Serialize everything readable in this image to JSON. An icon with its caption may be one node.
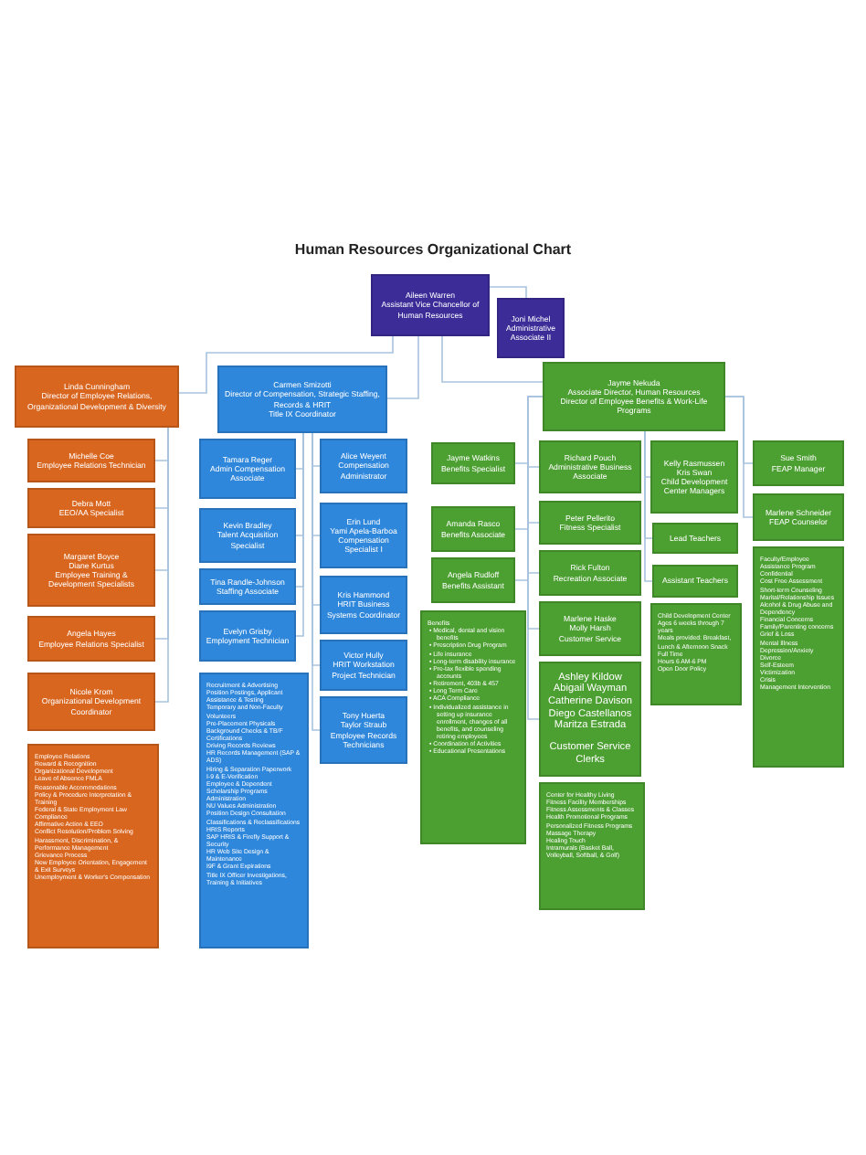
{
  "diagram": {
    "title": "Human Resources Organizational Chart",
    "nodes": [
      {
        "text": [
          "Aileen Warren",
          "Assistant Vice Chancellor of Human Resources"
        ]
      },
      {
        "text": [
          "Joni Michel",
          "Administrative Associate II"
        ]
      },
      {
        "text": [
          "Linda Cunningham",
          "Director of Employee Relations, Organizational Development & Diversity"
        ]
      },
      {
        "text": [
          "Carmen Smizotti",
          "Director of Compensation, Strategic Staffing, Records & HRIT",
          "Title IX Coordinator"
        ]
      },
      {
        "text": [
          "Jayme Nekuda",
          "Associate Director, Human Resources",
          "Director of Employee Benefits & Work-Life Programs"
        ]
      },
      {
        "text": [
          "Michelle Coe",
          "Employee Relations Technician"
        ]
      },
      {
        "text": [
          "Debra Mott",
          "EEO/AA Specialist"
        ]
      },
      {
        "text": [
          "Margaret Boyce",
          "Diane Kurtus",
          "Employee Training & Development Specialists"
        ]
      },
      {
        "text": [
          "Angela Hayes",
          "Employee Relations Specialist"
        ]
      },
      {
        "text": [
          "Nicole Krom",
          "Organizational Development Coordinator"
        ]
      },
      {
        "text": [
          "Employee Relations",
          "Reward & Recognition",
          "Organizational Development",
          "Leave of Absence FMLA",
          "Reasonable Accommodations",
          "Policy & Procedure Interpretation & Training",
          "Federal & State Employment Law Compliance",
          "Affirmative Action & EEO",
          "Conflict Resolution/Problem Solving",
          "Harassment, Discrimination, & Performance Management",
          "Grievance Process",
          "New Employee Orientation, Engagement & Exit Surveys",
          "Unemployment & Worker's Compensation"
        ]
      },
      {
        "text": [
          "Tamara Reger",
          "Admin Compensation Associate"
        ]
      },
      {
        "text": [
          "Kevin Bradley",
          "Talent Acquisition Specialist"
        ]
      },
      {
        "text": [
          "Tina Randle-Johnson",
          "Staffing Associate"
        ]
      },
      {
        "text": [
          "Evelyn Grisby",
          "Employment Technician"
        ]
      },
      {
        "text": [
          "Recruitment & Advertising",
          "Position Postings, Applicant Assistance & Testing",
          "Temporary and Non-Faculty Volunteers",
          "Pre-Placement Physicals",
          "Background Checks & TB/F Certifications",
          "Driving Records Reviews",
          "HR Records Management (SAP & ADS)",
          "Hiring & Separation Paperwork",
          "I-9 & E-Verification",
          "Employee & Dependent Scholarship Programs Administration",
          "NU Values Administration",
          "Position Design Consultation",
          "Classifications & Reclassifications",
          "HRIS Reports",
          "SAP HRIS & Firefly Support & Security",
          "HR Web Site Design & Maintenance",
          "I9F & Grant Expirations",
          "Title IX Officer Investigations, Training & Initiatives"
        ]
      },
      {
        "text": [
          "Alice Weyent",
          "Compensation Administrator"
        ]
      },
      {
        "text": [
          "Erin Lund",
          "Yami Apela-Barboa",
          "Compensation Specialist I"
        ]
      },
      {
        "text": [
          "Kris Hammond",
          "HRIT Business Systems Coordinator"
        ]
      },
      {
        "text": [
          "Victor Hully",
          "HRIT Workstation Project Technician"
        ]
      },
      {
        "text": [
          "Tony Huerta",
          "Taylor Straub",
          "Employee Records Technicians"
        ]
      },
      {
        "text": [
          "Jayme Watkins",
          "Benefits Specialist"
        ]
      },
      {
        "text": [
          "Amanda Rasco",
          "Benefits Associate"
        ]
      },
      {
        "text": [
          "Angela Rudloff",
          "Benefits Assistant"
        ]
      },
      {
        "text": [
          "Benefits",
          "• Medical, dental and vision benefits",
          "• Prescription Drug Program",
          "• Life insurance",
          "• Long-term disability insurance",
          "• Pre-tax flexible spending accounts",
          "• Retirement, 403b & 457",
          "• Long Term Care",
          "• ACA Compliance",
          "• Individualized assistance in setting up insurance enrollment, changes of all benefits, and counseling retiring employees",
          "• Coordination of Activities",
          "• Educational Presentations"
        ]
      },
      {
        "text": [
          "Richard Pouch",
          "Administrative Business Associate"
        ]
      },
      {
        "text": [
          "Peter Pellerito",
          "Fitness Specialist"
        ]
      },
      {
        "text": [
          "Rick Fulton",
          "Recreation Associate"
        ]
      },
      {
        "text": [
          "Marlene Haske",
          "Molly Harsh",
          "Customer Service"
        ]
      },
      {
        "text": [
          "Ashley Kildow",
          "Abigail Wayman",
          "Catherine Davison",
          "Diego Castellanos",
          "Maritza Estrada",
          "Customer Service Clerks"
        ]
      },
      {
        "text": [
          "Center for Healthy Living",
          "Fitness Facility Memberships",
          "Fitness Assessments & Classes",
          "Health Promotional Programs",
          "Personalized Fitness Programs",
          "Massage Therapy",
          "Healing Touch",
          "Intramurals (Basket Ball, Volleyball, Softball, & Golf)"
        ]
      },
      {
        "text": [
          "Kelly Rasmussen",
          "Kris Swan",
          "Child Development Center Managers"
        ]
      },
      {
        "text": [
          "Lead Teachers"
        ]
      },
      {
        "text": [
          "Assistant Teachers"
        ]
      },
      {
        "text": [
          "Child Development Center",
          "Ages 6 weeks through 7 years",
          "Meals provided: Breakfast, Lunch & Afternoon Snack",
          "Full Time",
          "Hours 6 AM-6 PM",
          "Open Door Policy"
        ]
      },
      {
        "text": [
          "Sue Smith",
          "FEAP Manager"
        ]
      },
      {
        "text": [
          "Marlene Schneider",
          "FEAP Counselor"
        ]
      },
      {
        "text": [
          "Faculty/Employee Assistance Program",
          "Confidential",
          "Cost Free Assessment",
          "Short-term Counseling",
          "Marital/Relationship Issues",
          "Alcohol & Drug Abuse and Dependency",
          "Financial Concerns",
          "Family/Parenting concerns",
          "Grief & Loss",
          "Mental Illness",
          "Depression/Anxiety",
          "Divorce",
          "Self-Esteem",
          "Victimization",
          "Crisis",
          "Management Intervention"
        ]
      }
    ],
    "edges": [
      {
        "from": 0,
        "to": 1,
        "arrow": "none"
      },
      {
        "from": 0,
        "to": 2,
        "arrow": "none"
      },
      {
        "from": 0,
        "to": 3,
        "arrow": "none"
      },
      {
        "from": 0,
        "to": 4,
        "arrow": "none"
      },
      {
        "from": 2,
        "to": 5,
        "arrow": "none"
      },
      {
        "from": 2,
        "to": 6,
        "arrow": "none"
      },
      {
        "from": 2,
        "to": 7,
        "arrow": "none"
      },
      {
        "from": 2,
        "to": 8,
        "arrow": "none"
      },
      {
        "from": 2,
        "to": 9,
        "arrow": "none"
      },
      {
        "from": 3,
        "to": 11,
        "arrow": "none"
      },
      {
        "from": 3,
        "to": 12,
        "arrow": "none"
      },
      {
        "from": 3,
        "to": 13,
        "arrow": "none"
      },
      {
        "from": 3,
        "to": 14,
        "arrow": "none"
      },
      {
        "from": 3,
        "to": 16,
        "arrow": "none"
      },
      {
        "from": 3,
        "to": 17,
        "arrow": "none"
      },
      {
        "from": 3,
        "to": 18,
        "arrow": "none"
      },
      {
        "from": 3,
        "to": 19,
        "arrow": "none"
      },
      {
        "from": 3,
        "to": 20,
        "arrow": "none"
      },
      {
        "from": 4,
        "to": 21,
        "arrow": "none"
      },
      {
        "from": 4,
        "to": 22,
        "arrow": "none"
      },
      {
        "from": 4,
        "to": 23,
        "arrow": "none"
      },
      {
        "from": 4,
        "to": 25,
        "arrow": "none"
      },
      {
        "from": 4,
        "to": 26,
        "arrow": "none"
      },
      {
        "from": 4,
        "to": 27,
        "arrow": "none"
      },
      {
        "from": 4,
        "to": 28,
        "arrow": "none"
      },
      {
        "from": 4,
        "to": 29,
        "arrow": "none"
      },
      {
        "from": 4,
        "to": 31,
        "arrow": "none"
      },
      {
        "from": 4,
        "to": 32,
        "arrow": "none"
      },
      {
        "from": 4,
        "to": 33,
        "arrow": "none"
      },
      {
        "from": 4,
        "to": 35,
        "arrow": "none"
      },
      {
        "from": 4,
        "to": 36,
        "arrow": "none"
      }
    ]
  }
}
